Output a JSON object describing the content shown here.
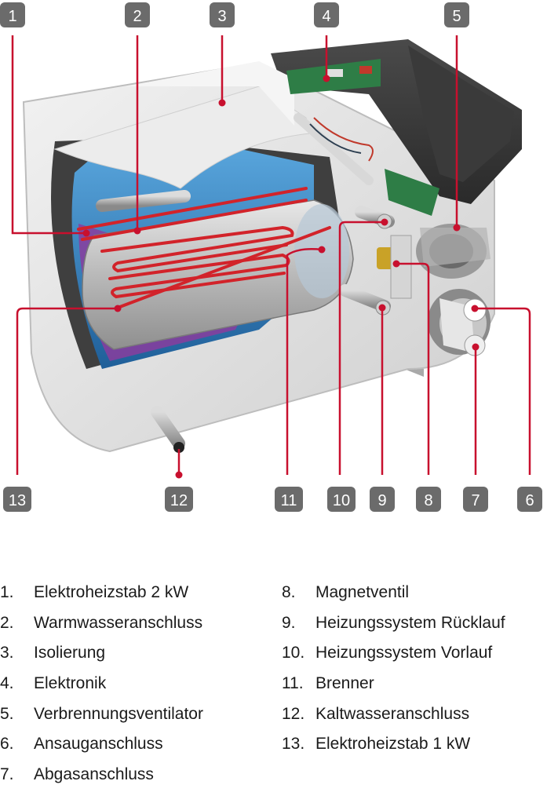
{
  "colors": {
    "badge": "#6b6b6b",
    "leader": "#c8102e",
    "tank_blue": "#2f7fc1",
    "heater_red": "#c8102e",
    "insulation_purple": "#8a3d9e"
  },
  "callouts": [
    "1",
    "2",
    "3",
    "4",
    "5",
    "6",
    "7",
    "8",
    "9",
    "10",
    "11",
    "12",
    "13"
  ],
  "legend": [
    {
      "num": "1.",
      "label": "Elektroheizstab 2 kW"
    },
    {
      "num": "2.",
      "label": "Warmwasseranschluss"
    },
    {
      "num": "3.",
      "label": "Isolierung"
    },
    {
      "num": "4.",
      "label": "Elektronik"
    },
    {
      "num": "5.",
      "label": "Verbrennungsventilator"
    },
    {
      "num": "6.",
      "label": "Ansauganschluss"
    },
    {
      "num": "7.",
      "label": "Abgasanschluss"
    },
    {
      "num": "8.",
      "label": "Magnetventil"
    },
    {
      "num": "9.",
      "label": "Heizungssystem Rücklauf"
    },
    {
      "num": "10.",
      "label": "Heizungssystem Vorlauf"
    },
    {
      "num": "11.",
      "label": "Brenner"
    },
    {
      "num": "12.",
      "label": "Kaltwasseranschluss"
    },
    {
      "num": "13.",
      "label": "Elektroheizstab 1 kW"
    }
  ]
}
